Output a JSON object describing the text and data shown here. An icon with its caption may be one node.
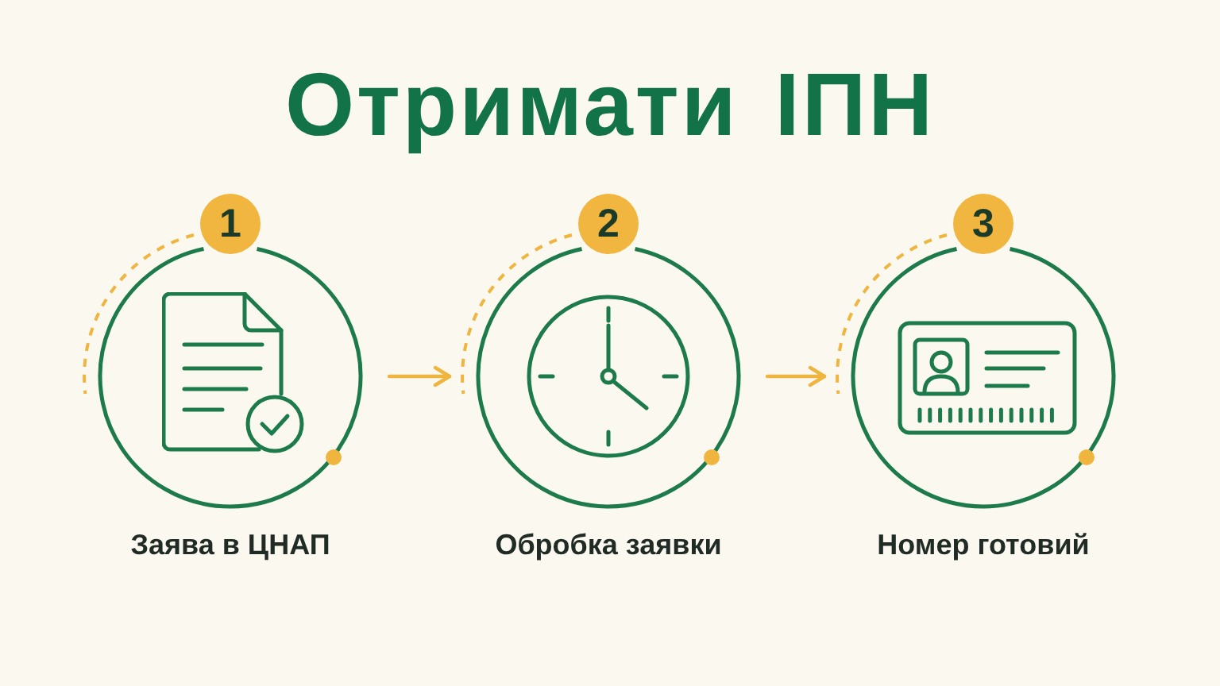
{
  "diagram": {
    "title": "Отримати ІПН",
    "nodes": [
      {
        "text": [
          "1"
        ]
      },
      {
        "text": [
          "Заява в ЦНАП"
        ]
      },
      {
        "text": [
          "2"
        ]
      },
      {
        "text": [
          "Обробка заявки"
        ]
      },
      {
        "text": [
          "3"
        ]
      },
      {
        "text": [
          "Номер готовий"
        ]
      }
    ],
    "edges": [
      {
        "from": 1,
        "to": 3,
        "arrow": "to"
      },
      {
        "from": 3,
        "to": 5,
        "arrow": "to"
      }
    ]
  }
}
